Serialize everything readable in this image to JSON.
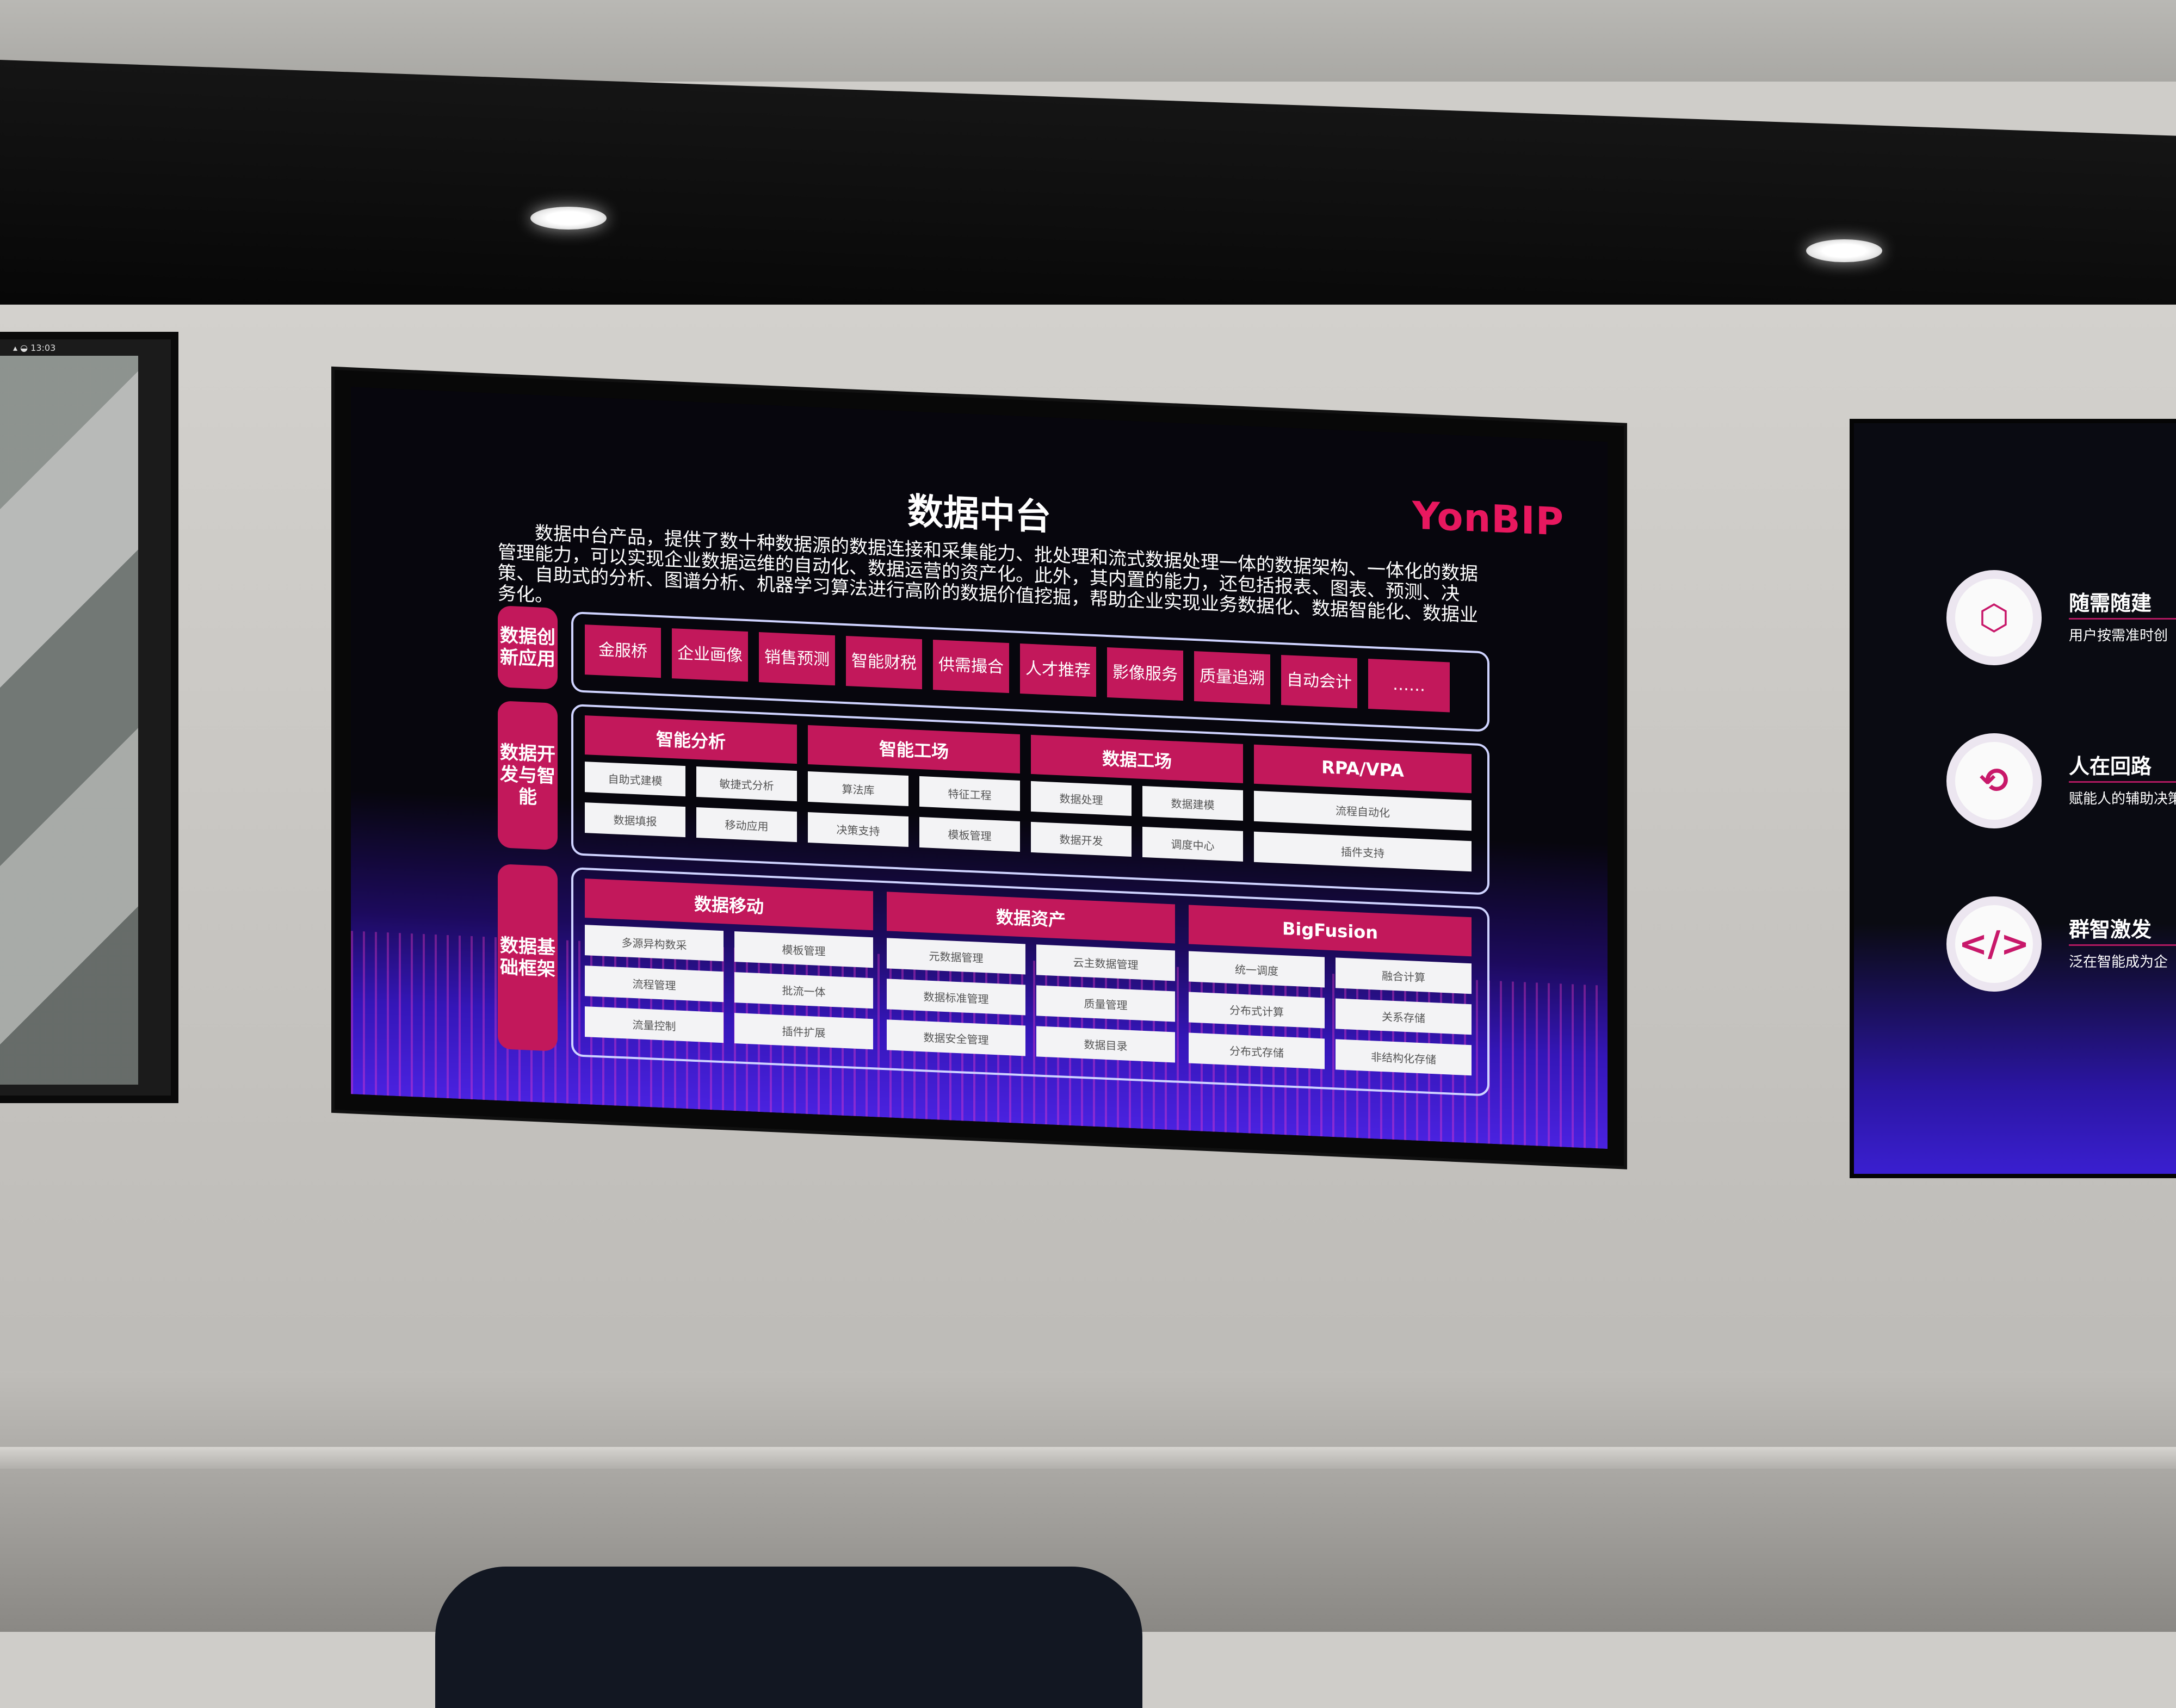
{
  "main_display": {
    "logo": "YonBIP",
    "title": "数据中台",
    "intro": "数据中台产品，提供了数十种数据源的数据连接和采集能力、批处理和流式数据处理一体的数据架构、一体化的数据管理能力，可以实现企业数据运维的自动化、数据运营的资产化。此外，其内置的能力，还包括报表、图表、预测、决策、自助式的分析、图谱分析、机器学习算法进行高阶的数据价值挖掘，帮助企业实现业务数据化、数据智能化、数据业务化。",
    "layers": [
      {
        "label": "数据创新应用",
        "items": [
          "金服桥",
          "企业画像",
          "销售预测",
          "智能财税",
          "供需撮合",
          "人才推荐",
          "影像服务",
          "质量追溯",
          "自动会计",
          "……"
        ]
      },
      {
        "label": "数据开发与智能",
        "groups": [
          {
            "title": "智能分析",
            "cells": [
              "自助式建模",
              "敏捷式分析",
              "数据填报",
              "移动应用"
            ]
          },
          {
            "title": "智能工场",
            "cells": [
              "算法库",
              "特征工程",
              "决策支持",
              "模板管理"
            ]
          },
          {
            "title": "数据工场",
            "cells": [
              "数据处理",
              "数据建模",
              "数据开发",
              "调度中心"
            ]
          },
          {
            "title": "RPA/VPA",
            "cells": [
              "流程自动化",
              "插件支持"
            ]
          }
        ]
      },
      {
        "label": "数据基础框架",
        "groups": [
          {
            "title": "数据移动",
            "cells": [
              "多源异构数采",
              "模板管理",
              "流程管理",
              "批流一体",
              "流量控制",
              "插件扩展"
            ]
          },
          {
            "title": "数据资产",
            "cells": [
              "元数据管理",
              "云主数据管理",
              "数据标准管理",
              "质量管理",
              "数据安全管理",
              "数据目录"
            ]
          },
          {
            "title": "BigFusion",
            "cells": [
              "统一调度",
              "融合计算",
              "分布式计算",
              "关系存储",
              "分布式存储",
              "非结构化存储"
            ]
          }
        ]
      }
    ]
  },
  "right_screen": {
    "items": [
      {
        "title": "随需随建",
        "subtitle": "用户按需准时创"
      },
      {
        "title": "人在回路",
        "subtitle": "赋能人的辅助决策"
      },
      {
        "title": "群智激发",
        "subtitle": "泛在智能成为企"
      }
    ]
  },
  "left_monitor": {
    "status_time": "13:03"
  }
}
